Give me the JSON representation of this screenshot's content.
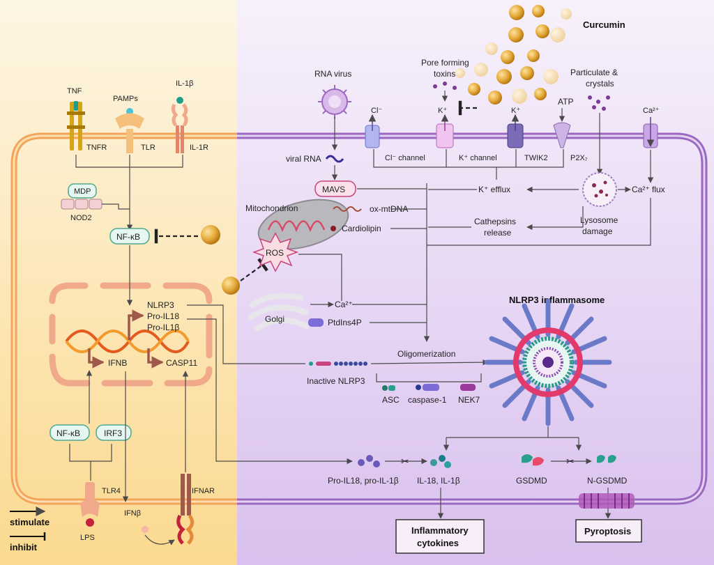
{
  "colors": {
    "left_bg": "#fbe6b6",
    "right_bg": "#e8d9f4",
    "membrane_left": "#f2a55a",
    "membrane_right": "#a06cc8",
    "nucleus": "#f0a98a",
    "curcumin": "#e0a73a",
    "node_fill": "#e6f6f1",
    "node_stroke": "#4fa890"
  },
  "icons": [
    "curcumin-sphere-icon",
    "virus-icon",
    "mitochondrion-icon",
    "golgi-icon",
    "dna-icon",
    "scissors-icon",
    "lysosome-icon",
    "receptor-icon",
    "channel-icon",
    "inflammasome-icon"
  ],
  "labels": {
    "curcumin": "Curcumin",
    "tnf": "TNF",
    "pamps": "PAMPs",
    "il1b": "IL-1β",
    "tnfr": "TNFR",
    "tlr": "TLR",
    "il1r": "IL-1R",
    "mdp": "MDP",
    "nod2": "NOD2",
    "nfkb_top": "NF-κB",
    "nlrp3_gene": "NLRP3",
    "pro_il18": "Pro-IL18",
    "pro_il1b": "Pro-IL1β",
    "ifnb_gene": "IFNB",
    "casp11": "CASP11",
    "nfkb_bottom": "NF-κB",
    "irf3": "IRF3",
    "tlr4": "TLR4",
    "lps": "LPS",
    "ifnb_ligand": "IFNβ",
    "ifnar": "IFNAR",
    "legend_stimulate": "stimulate",
    "legend_inhibit": "inhibit",
    "rna_virus": "RNA virus",
    "viral_rna": "viral RNA",
    "mavs": "MAVS",
    "mitochondrion": "Mitochondrion",
    "ox_mtdna": "ox-mtDNA",
    "cardiolipin": "Cardiolipin",
    "ros": "ROS",
    "golgi": "Golgi",
    "ca_golgi": "Ca²⁺",
    "ptdins4p": "PtdIns4P",
    "pore_forming_1": "Pore forming",
    "pore_forming_2": "toxins",
    "particulate_1": "Particulate &",
    "particulate_2": "crystals",
    "cl_ion": "Cl⁻",
    "k_ion": "K⁺",
    "k_ion_2": "K⁺",
    "atp": "ATP",
    "ca_ion": "Ca²⁺",
    "cl_channel": "Cl⁻ channel",
    "k_channel": "K⁺ channel",
    "twik2": "TWIK2",
    "p2x7": "P2X₇",
    "k_efflux": "K⁺ efflux",
    "ca_flux": "Ca²⁺ flux",
    "lysosome_1": "Lysosome",
    "lysosome_2": "damage",
    "cathepsins_1": "Cathepsins",
    "cathepsins_2": "release",
    "oligomerization": "Oligomerization",
    "inactive_nlrp3": "Inactive NLRP3",
    "asc": "ASC",
    "caspase1": "caspase-1",
    "nek7": "NEK7",
    "nlrp3_inflammasome": "NLRP3 inflammasome",
    "pro_il18_il1b": "Pro-IL18, pro-IL-1β",
    "il18_il1b": "IL-18, IL-1β",
    "gsdmd": "GSDMD",
    "n_gsdmd": "N-GSDMD",
    "inflammatory_1": "Inflammatory",
    "inflammatory_2": "cytokines",
    "pyroptosis": "Pyroptosis"
  }
}
